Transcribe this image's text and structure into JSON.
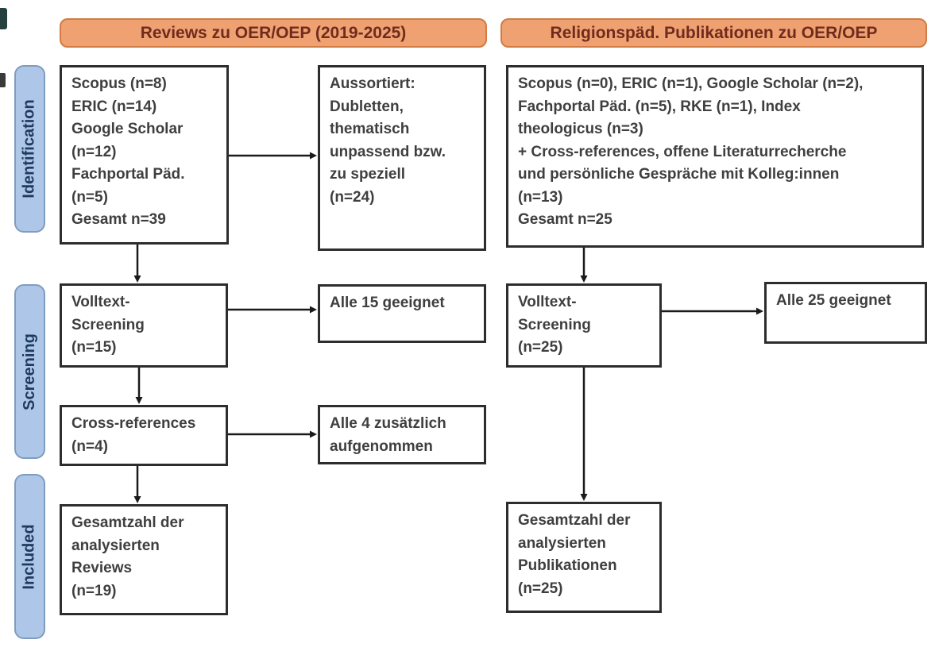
{
  "diagram": {
    "headers": {
      "left": "Reviews zu OER/OEP (2019-2025)",
      "right": "Religionspäd. Publikationen zu OER/OEP"
    },
    "stages": {
      "identification": "Identification",
      "screening": "Screening",
      "included": "Included"
    },
    "left_flow": {
      "sources": "Scopus (n=8)\nERIC (n=14)\nGoogle Scholar\n(n=12)\nFachportal Päd.\n(n=5)\nGesamt n=39",
      "excluded": "Aussortiert:\nDubletten,\nthematisch\nunpassend bzw.\nzu speziell\n(n=24)",
      "fulltext_screening": "Volltext-\nScreening\n(n=15)",
      "fulltext_result": "Alle 15 geeignet",
      "cross_references": "Cross-references\n(n=4)",
      "cross_references_result": "Alle 4 zusätzlich\naufgenommen",
      "included_total": "Gesamtzahl der\nanalysierten\nReviews\n(n=19)"
    },
    "right_flow": {
      "sources": "Scopus (n=0), ERIC (n=1), Google Scholar (n=2),\nFachportal Päd. (n=5), RKE (n=1), Index\ntheologicus (n=3)\n+ Cross-references, offene Literaturrecherche\nund persönliche Gespräche mit Kolleg:innen\n(n=13)\nGesamt n=25",
      "fulltext_screening": "Volltext-\nScreening\n(n=25)",
      "fulltext_result": "Alle 25 geeignet",
      "included_total": "Gesamtzahl der\nanalysierten\nPublikationen\n(n=25)"
    },
    "colors": {
      "header_fill": "#f0a171",
      "header_border": "#d07c44",
      "header_text": "#6f2c1e",
      "stage_fill": "#aec6e8",
      "stage_border": "#7f9dbf",
      "stage_text": "#1f3a5f",
      "box_border": "#2d2d2d",
      "box_text": "#3f3f3f",
      "arrow": "#1a1a1a"
    }
  }
}
